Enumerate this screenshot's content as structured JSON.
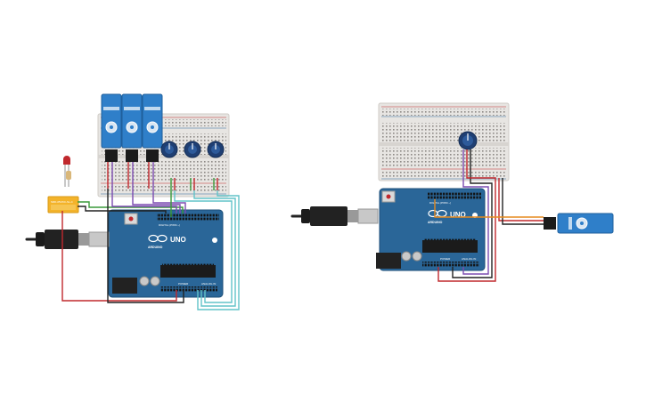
{
  "colors": {
    "background": "#ffffff",
    "board": "#2a6698",
    "board_dark": "#1d4f78",
    "breadboard": "#e7e5e2",
    "servo": "#2f7fc9",
    "wire_red": "#c0282d",
    "wire_black": "#222222",
    "wire_purple": "#7b4bb0",
    "wire_cyan": "#62c3c9",
    "wire_green": "#3a9a3a",
    "wire_orange": "#e58a1f",
    "relay": "#f3b32a",
    "led": "#c0282d"
  },
  "icons": {
    "usb_cable": "usb-cable-icon",
    "arduino_logo": "infinity-logo-icon",
    "potentiometer": "potentiometer-icon",
    "servo": "servo-motor-icon",
    "led": "led-icon",
    "relay": "relay-icon"
  },
  "left_circuit": {
    "board_model": "UNO",
    "board_brand": "ARDUINO",
    "digital_header": "DIGITAL (PWM ~)",
    "power_header": "POWER",
    "analog_header": "ANALOG IN",
    "relay_text": "SRD-05VDC-SL-C"
  },
  "right_circuit": {
    "board_model": "UNO",
    "board_brand": "ARDUINO",
    "digital_header": "DIGITAL (PWM ~)",
    "power_header": "POWER",
    "analog_header": "ANALOG IN"
  }
}
